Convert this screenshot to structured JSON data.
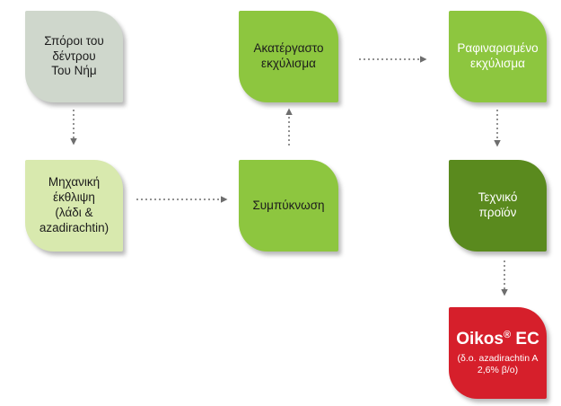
{
  "nodes": {
    "seeds": "Σπόροι του\nδέντρου\nΤου Νήμ",
    "press": "Μηχανική\nέκθλιψη\n(λάδι &\nazadirachtin)",
    "concentration": "Συμπύκνωση",
    "crude": "Ακατέργαστο\nεκχύλισμα",
    "refined": "Ραφιναρισμένο\nεκχύλισμα",
    "technical": "Τεχνικό\nπροϊόν",
    "product": {
      "brand": "Oikos",
      "brand_mark": "®",
      "brand_suffix": "EC",
      "detail": "(δ.ο. azadirachtin A\n2,6% β/ο)"
    }
  },
  "colors": {
    "seeds": "#cfd7cc",
    "press": "#d8e9ae",
    "light_green": "#8dc63f",
    "dark_green": "#5a8a1e",
    "red": "#d61f2b",
    "arrow": "#6e6e6e"
  }
}
